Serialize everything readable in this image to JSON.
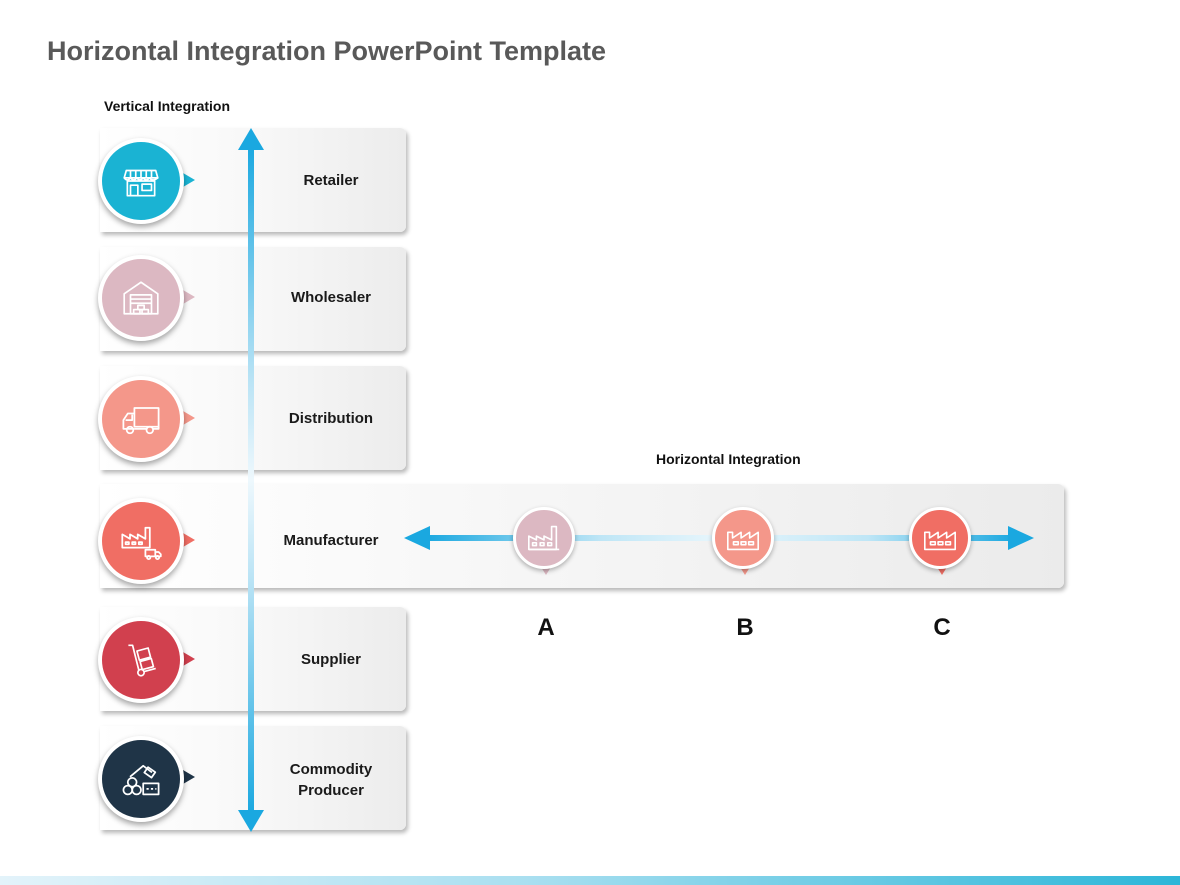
{
  "slide": {
    "title": "Horizontal Integration PowerPoint Template"
  },
  "vertical": {
    "label": "Vertical Integration",
    "levels": [
      {
        "label": "Retailer",
        "icon": "storefront-icon",
        "color": "#1ab3d3"
      },
      {
        "label": "Wholesaler",
        "icon": "warehouse-icon",
        "color": "#dcb8c2"
      },
      {
        "label": "Distribution",
        "icon": "delivery-truck-icon",
        "color": "#f4978a"
      },
      {
        "label": "Manufacturer",
        "icon": "factory-icon",
        "color": "#f06e64"
      },
      {
        "label": "Supplier",
        "icon": "hand-truck-icon",
        "color": "#d1404e"
      },
      {
        "label": "Commodity\nProducer",
        "icon": "raw-materials-icon",
        "color": "#1f3447"
      }
    ]
  },
  "horizontal": {
    "label": "Horizontal Integration",
    "companies": [
      {
        "letter": "A",
        "icon": "factory-icon",
        "color": "#dcb8c2"
      },
      {
        "letter": "B",
        "icon": "factory-icon",
        "color": "#f4978a"
      },
      {
        "letter": "C",
        "icon": "factory-icon",
        "color": "#f06e64"
      }
    ]
  },
  "colors": {
    "arrow": "#1aa8e0",
    "footer": "#2cb6d8"
  }
}
